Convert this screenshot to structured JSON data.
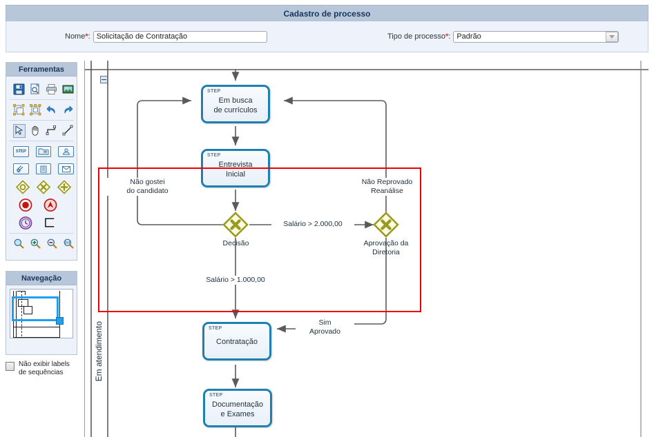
{
  "window": {
    "title": "Cadastro de processo"
  },
  "form": {
    "nome": {
      "label": "Nome",
      "required_mark": "*",
      "suffix": ":",
      "value": "Solicitação de Contratação"
    },
    "tipo": {
      "label": "Tipo de processo",
      "required_mark": "*",
      "suffix": ":",
      "value": "Padrão",
      "icon": "chevron-down-icon"
    }
  },
  "tools_panel": {
    "title": "Ferramentas",
    "groups": [
      {
        "items": [
          {
            "name": "save-icon",
            "title": "Salvar"
          },
          {
            "name": "preview-icon",
            "title": "Visualizar"
          },
          {
            "name": "print-icon",
            "title": "Imprimir"
          },
          {
            "name": "export-image-icon",
            "title": "Exportar imagem"
          }
        ]
      },
      {
        "items": [
          {
            "name": "select-all-icon",
            "title": "Selecionar tudo"
          },
          {
            "name": "group-icon",
            "title": "Agrupar"
          },
          {
            "name": "undo-icon",
            "title": "Desfazer"
          },
          {
            "name": "redo-icon",
            "title": "Refazer"
          }
        ]
      },
      {
        "items": [
          {
            "name": "pointer-icon",
            "title": "Selecionar",
            "selected": true
          },
          {
            "name": "hand-pan-icon",
            "title": "Mover"
          },
          {
            "name": "orthogonal-connector-icon",
            "title": "Conector ortogonal"
          },
          {
            "name": "straight-connector-icon",
            "title": "Conector reto"
          }
        ]
      },
      {
        "items": [
          {
            "name": "step-node-icon",
            "label": "STEP",
            "title": "Etapa"
          },
          {
            "name": "subprocess-node-icon",
            "title": "Subprocesso"
          },
          {
            "name": "user-task-node-icon",
            "title": "Tarefa de usuário"
          }
        ]
      },
      {
        "items": [
          {
            "name": "attachment-node-icon",
            "title": "Anexo"
          },
          {
            "name": "document-node-icon",
            "title": "Documento"
          },
          {
            "name": "message-node-icon",
            "title": "Mensagem"
          }
        ]
      },
      {
        "items": [
          {
            "name": "gateway-inclusive-icon",
            "title": "Gateway inclusivo"
          },
          {
            "name": "gateway-exclusive-icon",
            "title": "Gateway exclusivo"
          },
          {
            "name": "gateway-parallel-icon",
            "title": "Gateway paralelo"
          }
        ]
      },
      {
        "items": [
          {
            "name": "end-event-icon",
            "title": "Evento de fim"
          },
          {
            "name": "escalation-event-icon",
            "title": "Evento de escalonamento"
          }
        ]
      },
      {
        "items": [
          {
            "name": "timer-event-icon",
            "title": "Evento de tempo"
          },
          {
            "name": "lane-icon",
            "title": "Raia"
          }
        ]
      },
      {
        "items": [
          {
            "name": "zoom-icon",
            "title": "Zoom"
          },
          {
            "name": "zoom-in-icon",
            "title": "Aproximar"
          },
          {
            "name": "zoom-out-icon",
            "title": "Afastar"
          },
          {
            "name": "zoom-fit-icon",
            "title": "Ajustar"
          }
        ]
      }
    ]
  },
  "nav_panel": {
    "title": "Navegação",
    "thumbnail_name": "navigation-thumbnail"
  },
  "options": {
    "hide_sequence_labels": {
      "label_line1": "Não exibir labels",
      "label_line2": "de sequências",
      "checked": false
    }
  },
  "diagram": {
    "collapse_control": "collapse-lane-icon",
    "lane_title": "Em atendimento",
    "selection_rect": {
      "color": "#ee0000"
    },
    "nodes": [
      {
        "id": "em-busca",
        "tag": "STEP",
        "line1": "Em busca",
        "line2": "de currículos"
      },
      {
        "id": "entrevista",
        "tag": "STEP",
        "line1": "Entrevista",
        "line2": "Inicial"
      },
      {
        "id": "contratacao",
        "tag": "STEP",
        "line1": "Contratação",
        "line2": ""
      },
      {
        "id": "documentacao",
        "tag": "STEP",
        "line1": "Documentação",
        "line2": "e Exames"
      }
    ],
    "gateways": [
      {
        "id": "decisao",
        "type": "exclusive",
        "label": "Decisão",
        "label2": ""
      },
      {
        "id": "aprovacao",
        "type": "exclusive",
        "label": "Aprovação da",
        "label2": "Diretoria"
      }
    ],
    "edge_labels": [
      {
        "id": "nao-gostei",
        "line1": "Não gostei",
        "line2": "do candidato"
      },
      {
        "id": "nao-reprovado",
        "line1": "Não Reprovado",
        "line2": "Reanálise"
      },
      {
        "id": "salario-2000",
        "line1": "Salário > 2.000,00",
        "line2": ""
      },
      {
        "id": "salario-1000",
        "line1": "Salário > 1.000,00",
        "line2": ""
      },
      {
        "id": "sim-aprovado",
        "line1": "Sim",
        "line2": "Aprovado"
      }
    ]
  },
  "colors": {
    "header_bar": "#b8c6d9",
    "panel_bg": "#eef3fb",
    "node_border": "#1f7faf",
    "gateway_stroke": "#9a9a1e",
    "selection": "#ee0000",
    "nav_viewport": "#1ea0f0"
  }
}
